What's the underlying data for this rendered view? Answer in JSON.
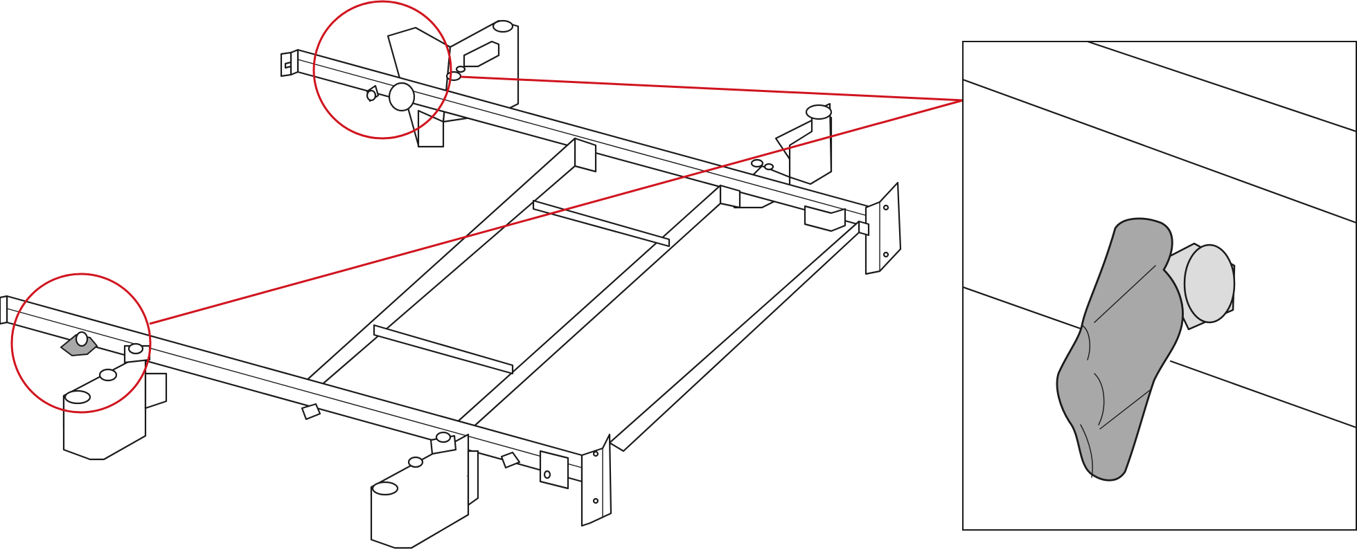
{
  "colors": {
    "line": "#1a1a1a",
    "callout": "#d0141e",
    "knob_fill": "#a8a8a8",
    "shaft_fill": "#dcdcdc",
    "background": "#ffffff"
  },
  "figure": {
    "subject": "rail-frame-assembly-with-knob-detail",
    "callouts": [
      "top-rail-knob",
      "front-rail-knob"
    ]
  }
}
